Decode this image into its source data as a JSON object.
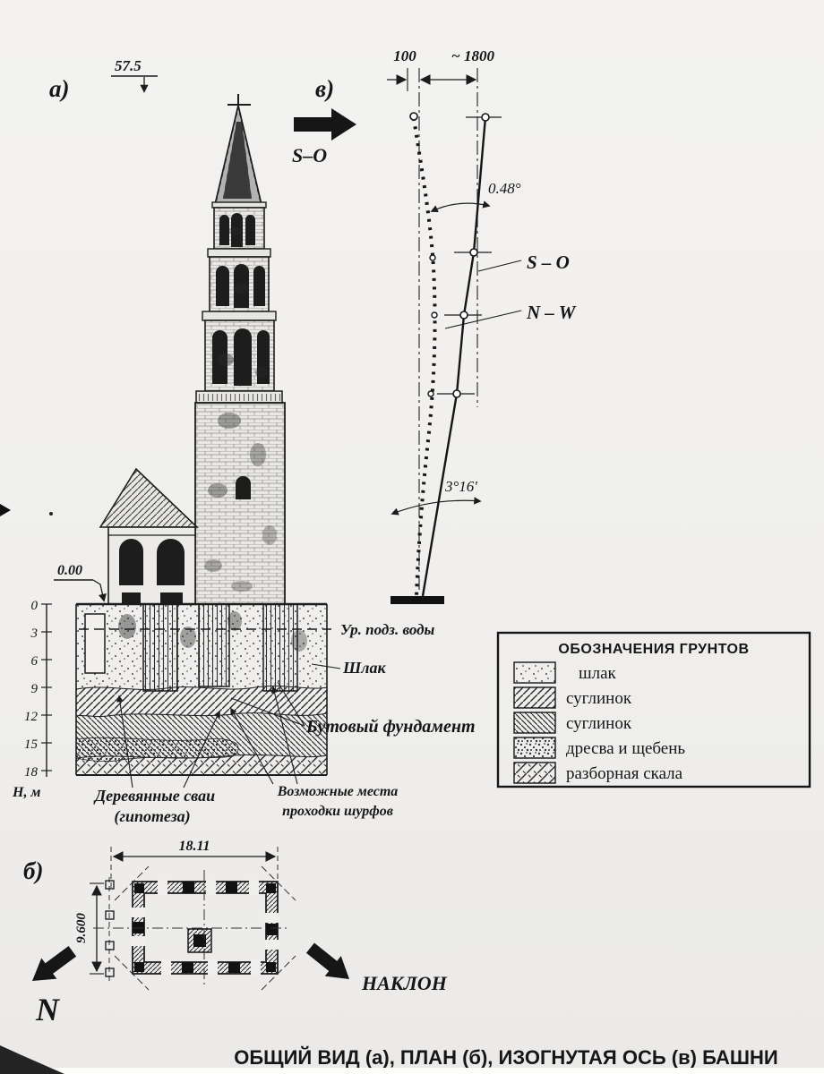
{
  "figure": {
    "caption": "ОБЩИЙ ВИД (а), ПЛАН (б), ИЗОГНУТАЯ ОСЬ (в) БАШНИ"
  },
  "elevation": {
    "panel_label": "а)",
    "height_mark": "57.5",
    "ground_mark": "0.00",
    "direction_label": "S–O"
  },
  "axis_diagram": {
    "panel_label": "в)",
    "dim_100": "100",
    "dim_1800": "~ 1800",
    "angle_top": "0.48°",
    "solid_line_label": "S – O",
    "dotted_line_label": "N – W",
    "angle_bottom": "3°16′"
  },
  "section": {
    "depth_ticks": [
      "0",
      "3",
      "6",
      "9",
      "12",
      "15",
      "18"
    ],
    "depth_unit": "Н, м",
    "groundwater": "Ур. подз. воды",
    "slag": "Шлак",
    "foundation": "Бутовый фундамент",
    "piles_line1": "Деревянные сваи",
    "piles_line2": "(гипотеза)",
    "pits_line1": "Возможные места",
    "pits_line2": "проходки шурфов"
  },
  "legend": {
    "title": "ОБОЗНАЧЕНИЯ ГРУНТОВ",
    "items": [
      {
        "label": "шлак"
      },
      {
        "label": "суглинок"
      },
      {
        "label": "суглинок"
      },
      {
        "label": "дресва и щебень"
      },
      {
        "label": "разборная скала"
      }
    ]
  },
  "plan": {
    "panel_label": "б)",
    "width_dim": "18.11",
    "depth_dim": "9.600",
    "north": "N",
    "tilt": "НАКЛОН"
  },
  "colors": {
    "paper": "#f1f0ee",
    "ink": "#1c1c1c"
  }
}
